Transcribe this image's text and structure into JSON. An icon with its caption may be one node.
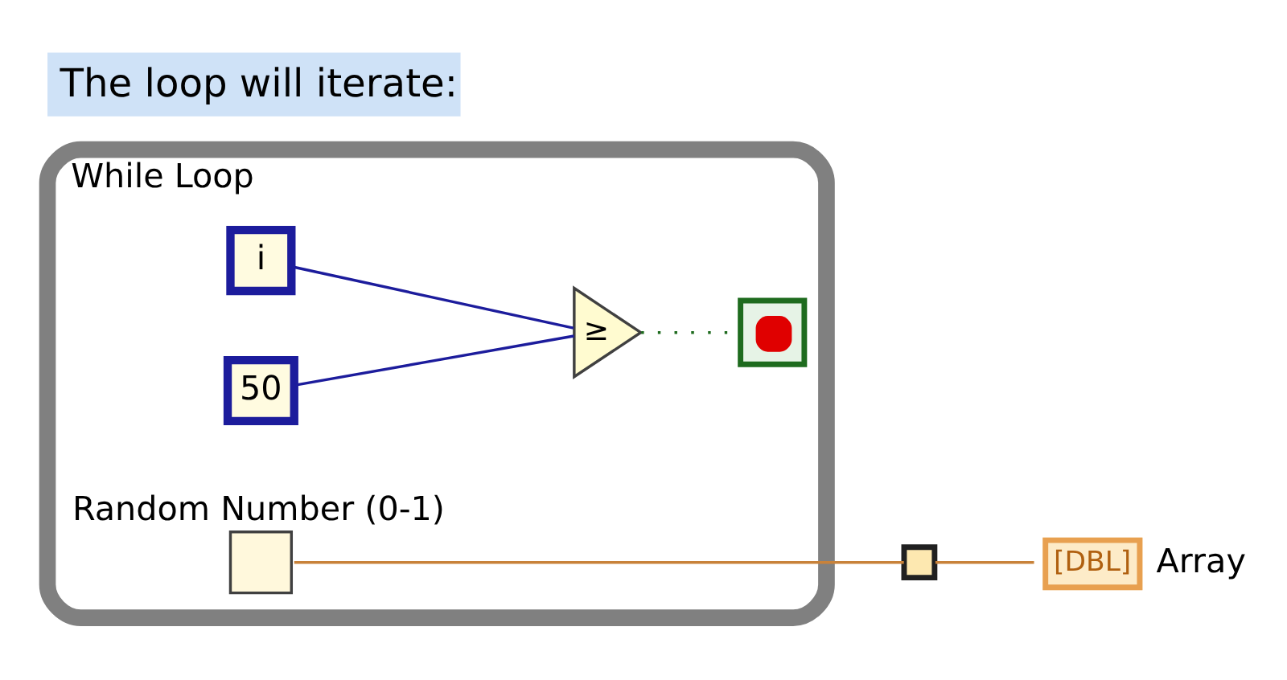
{
  "diagram": {
    "title": "The loop will iterate:",
    "nodes": [
      {
        "text": [
          "While Loop"
        ]
      },
      {
        "text": [
          "Random Number (0-1)"
        ],
        "in": 0
      },
      {
        "text": [
          "i"
        ],
        "in": 0
      },
      {
        "text": [
          "50"
        ],
        "in": 0
      },
      {
        "text": [
          "≥"
        ],
        "in": 0
      },
      {
        "text": [],
        "shape": "box",
        "in": 0
      },
      {
        "text": [],
        "shape": "box"
      },
      {
        "text": [
          "[DBL]"
        ],
        "beside": [
          "Array"
        ]
      }
    ],
    "edges": [
      {
        "from": 1,
        "to": 6,
        "arrow": "none",
        "color": "#c8823a"
      },
      {
        "from": 6,
        "to": 7,
        "arrow": "none",
        "color": "#c8823a"
      },
      {
        "from": 2,
        "to": 4,
        "arrow": "none",
        "color": "#1c1c9c"
      },
      {
        "from": 3,
        "to": 4,
        "arrow": "none",
        "color": "#1c1c9c"
      },
      {
        "from": 4,
        "to": 5,
        "arrow": "none",
        "style": "dashed",
        "color": "#1e6b1e"
      }
    ]
  }
}
